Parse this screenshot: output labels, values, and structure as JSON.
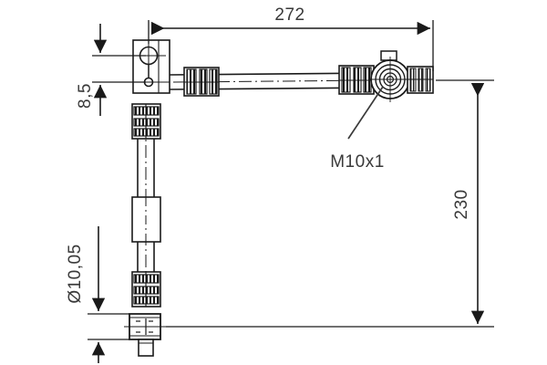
{
  "drawing": {
    "title": "brake-hose-technical-drawing",
    "background_color": "#ffffff",
    "line_color": "#1a1a1a",
    "text_color": "#3a3a3a",
    "dimensions": {
      "overall_length": {
        "value": "272",
        "orientation": "horizontal",
        "position": "top"
      },
      "bracket_offset": {
        "value": "8,5",
        "orientation": "vertical",
        "position": "upper-left"
      },
      "hose_diameter": {
        "value": "Ø10,05",
        "orientation": "vertical",
        "position": "lower-left"
      },
      "overall_height": {
        "value": "230",
        "orientation": "vertical",
        "position": "right"
      }
    },
    "annotations": [
      {
        "label": "M10x1",
        "target": "banjo-fitting-thread",
        "leader": true
      }
    ]
  }
}
